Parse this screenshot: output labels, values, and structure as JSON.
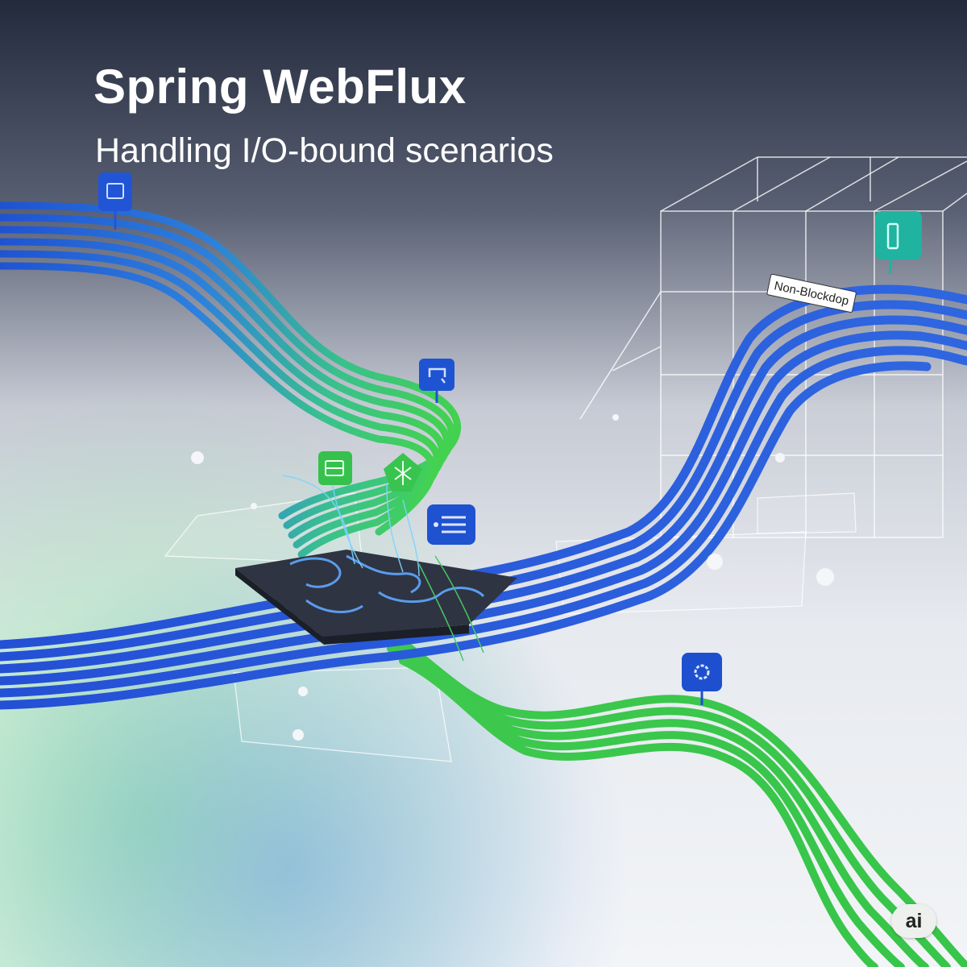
{
  "header": {
    "title": "Spring WebFlux",
    "subtitle": "Handling I/O-bound scenarios"
  },
  "scene": {
    "label_tag": "Non-Blockdop",
    "badge": "ai",
    "icons": [
      "image-icon",
      "loop-icon",
      "database-icon",
      "document-icon",
      "network-icon",
      "list-icon",
      "gear-icon",
      "chip-icon"
    ]
  },
  "colors": {
    "blue": "#2156d8",
    "green": "#3ccf4e",
    "teal": "#21b6a0",
    "background_top": "#252b3d",
    "background_bottom": "#eef1f5",
    "chip": "#3a4050"
  }
}
